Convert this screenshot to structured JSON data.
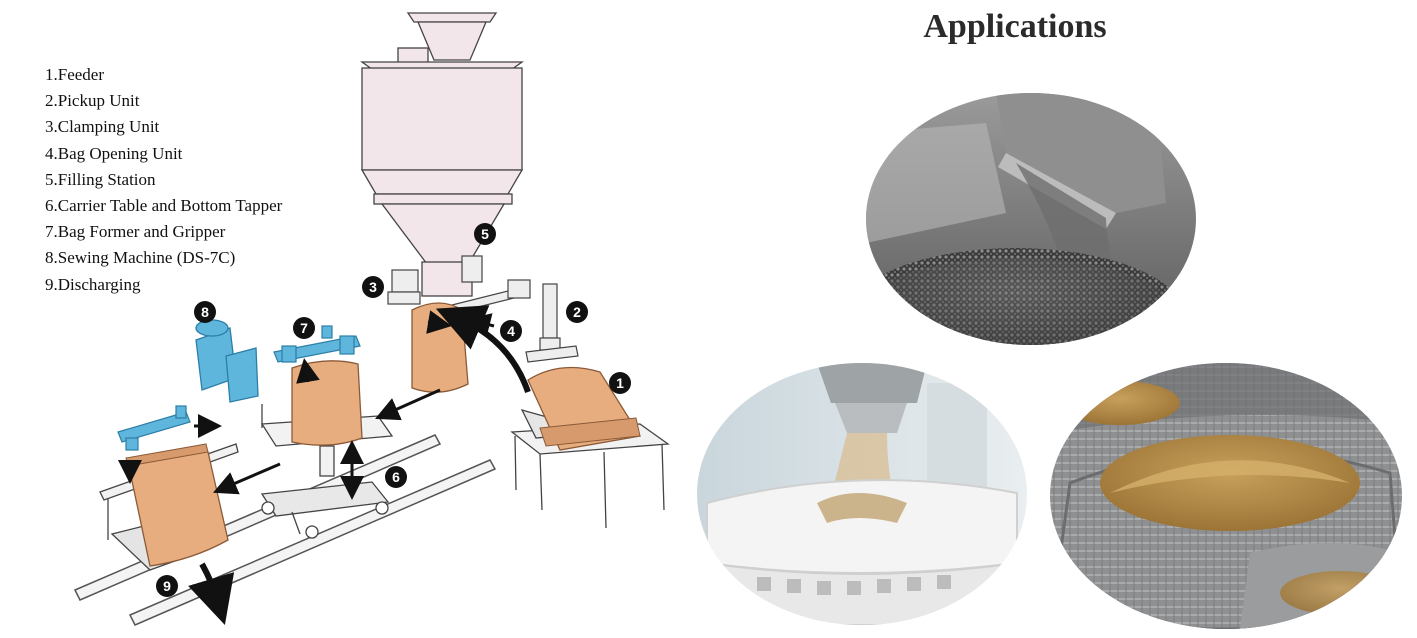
{
  "legend": {
    "items": [
      "1.Feeder",
      "2.Pickup Unit",
      "3.Clamping Unit",
      "4.Bag Opening Unit",
      "5.Filling Station",
      "6.Carrier Table and Bottom Tapper",
      "7.Bag Former and Gripper",
      "8.Sewing Machine (DS-7C)",
      "9.Discharging"
    ]
  },
  "callouts": [
    "1",
    "2",
    "3",
    "4",
    "5",
    "6",
    "7",
    "8",
    "9"
  ],
  "applications": {
    "title": "Applications"
  },
  "colors": {
    "bag": "#e8ad7e",
    "bag_stroke": "#8a5a38",
    "hopper": "#f3e6ea",
    "machine_blue": "#5fb6dc",
    "line": "#333333",
    "callout_fill": "#111111"
  }
}
